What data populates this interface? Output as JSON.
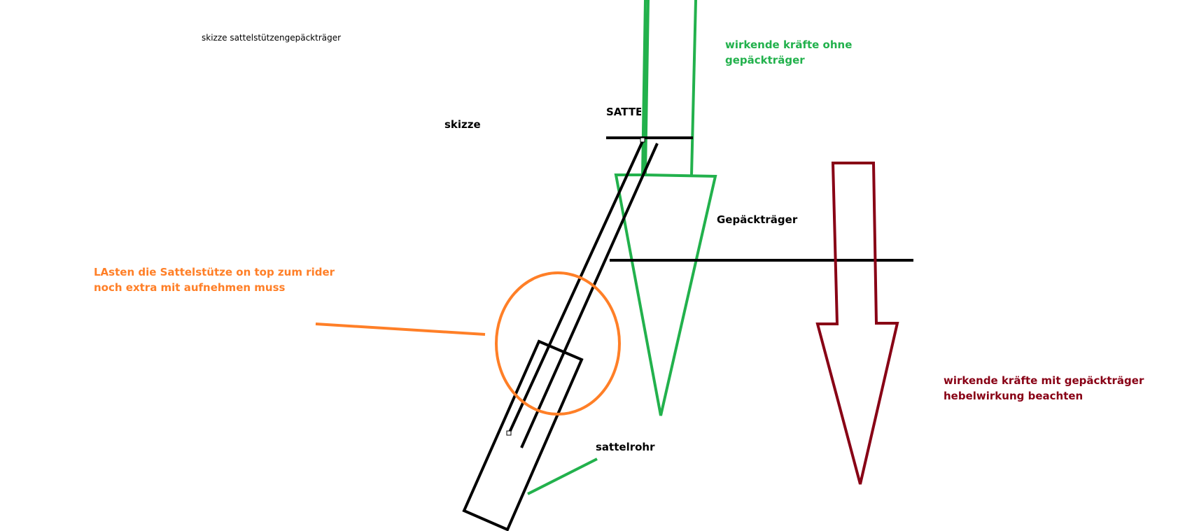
{
  "labels": {
    "doc_title": "skizze sattelstützengepäckträger",
    "sketch": "skizze",
    "saddle": "SATTEL",
    "rack": "Gepäckträger",
    "seat_tube": "sattelrohr",
    "forces_without_rack": [
      "wirkende kräfte ohne",
      "gepäckträger"
    ],
    "forces_with_rack": [
      "wirkende kräfte mit gepäckträger",
      "hebelwirkung beachten"
    ],
    "extra_load_note": [
      "LAsten die Sattelstütze on top zum rider",
      "noch extra mit aufnehmen muss"
    ]
  },
  "colors": {
    "black": "#000000",
    "green": "#22b14c",
    "orange": "#ff7f27",
    "dark_red": "#880015"
  }
}
